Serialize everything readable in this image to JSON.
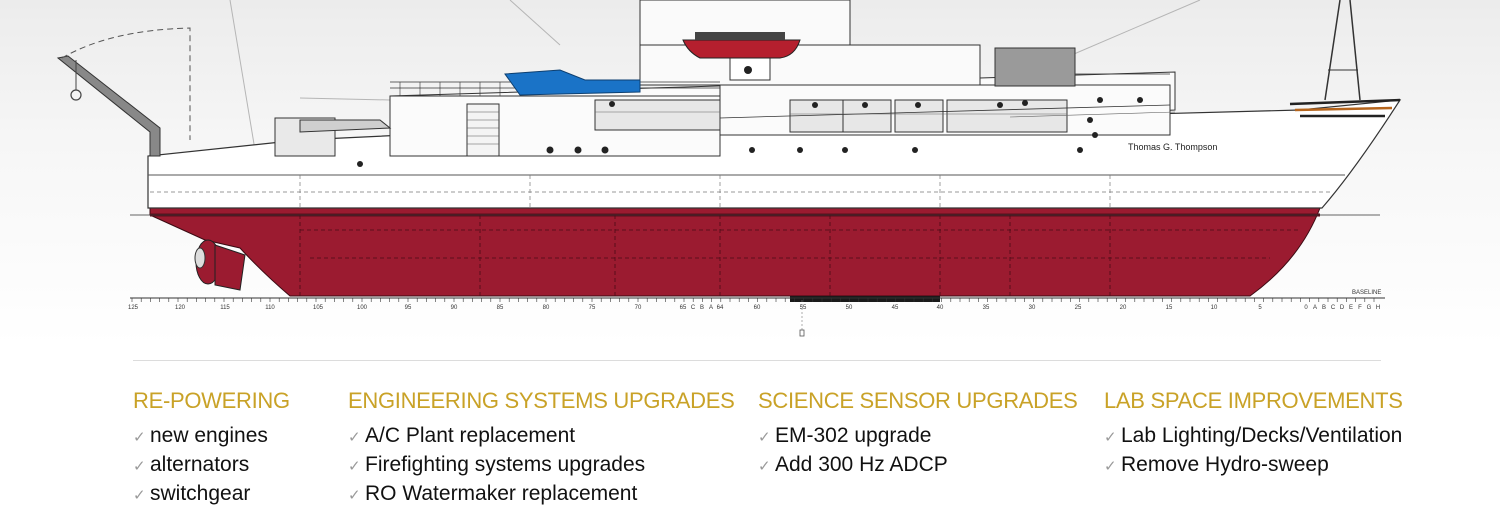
{
  "ship": {
    "name": "Thomas G. Thompson",
    "baseline_label": "BASELINE",
    "frame_labels": [
      "125",
      "120",
      "115",
      "110",
      "105",
      "100",
      "95",
      "90",
      "85",
      "80",
      "75",
      "70",
      "65",
      "C",
      "B",
      "A",
      "64",
      "60",
      "55",
      "50",
      "45",
      "40",
      "35",
      "30",
      "25",
      "20",
      "15",
      "10",
      "5",
      "0",
      "A",
      "B",
      "C",
      "D",
      "E",
      "F",
      "G",
      "H"
    ]
  },
  "sections": [
    {
      "heading": "RE-POWERING",
      "items": [
        "new engines",
        "alternators",
        "switchgear"
      ]
    },
    {
      "heading": "ENGINEERING SYSTEMS UPGRADES",
      "items": [
        "A/C Plant replacement",
        "Firefighting systems upgrades",
        "RO Watermaker replacement"
      ]
    },
    {
      "heading": "SCIENCE SENSOR UPGRADES",
      "items": [
        "EM-302 upgrade",
        "Add 300 Hz ADCP"
      ]
    },
    {
      "heading": "LAB SPACE IMPROVEMENTS",
      "items": [
        "Lab Lighting/Decks/Ventilation",
        "Remove Hydro-sweep"
      ]
    }
  ],
  "colors": {
    "hull": "#9b1b30",
    "heading": "#c9a227",
    "crane": "#1a73c7"
  },
  "icons": {
    "check": "checkmark-icon"
  }
}
